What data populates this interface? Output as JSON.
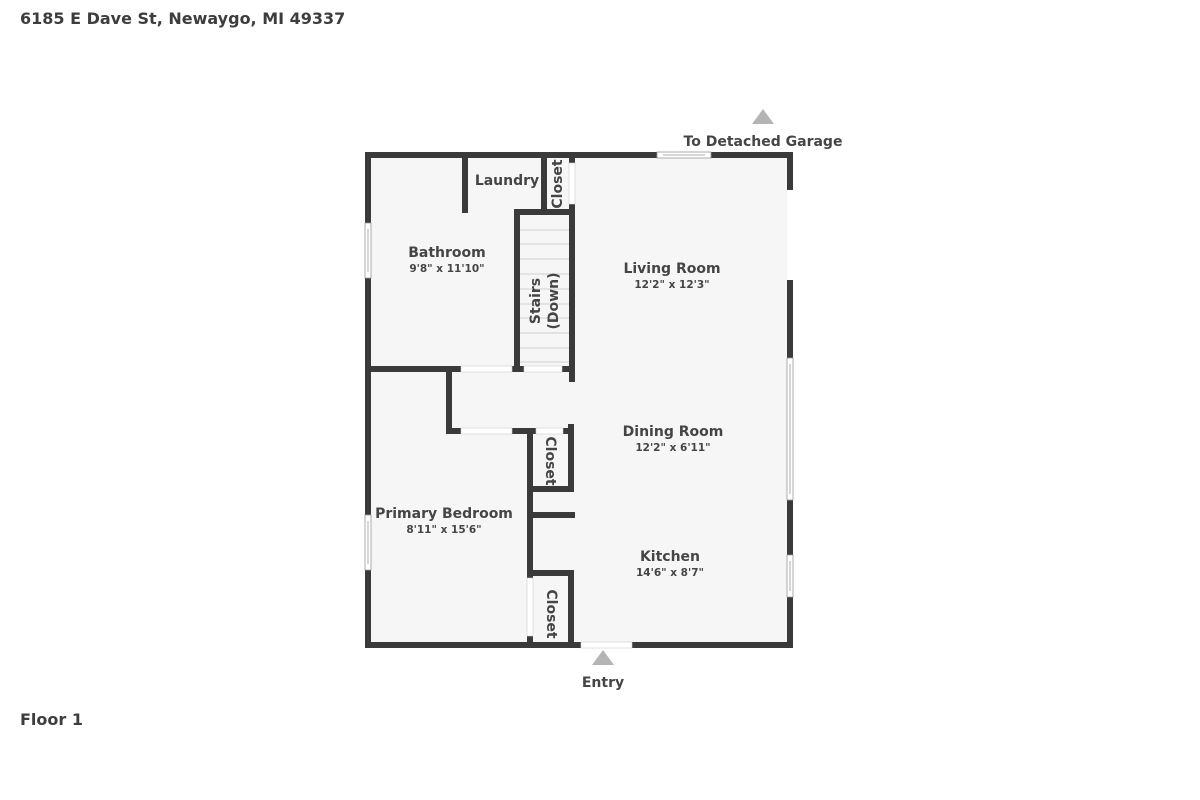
{
  "header": {
    "address": "6185 E Dave St, Newaygo, MI 49337"
  },
  "footer": {
    "floor_label": "Floor 1"
  },
  "colors": {
    "wall": "#3a3a3a",
    "floor_fill": "#f6f6f6",
    "marker": "#b4b4b4",
    "text": "#454545"
  },
  "markers": {
    "garage": {
      "label": "To Detached Garage",
      "icon": "triangle-up-icon"
    },
    "entry": {
      "label": "Entry",
      "icon": "triangle-up-icon"
    }
  },
  "rooms": {
    "laundry": {
      "name": "Laundry"
    },
    "closet_top": {
      "name": "Closet"
    },
    "bathroom": {
      "name": "Bathroom",
      "dims": "9'8\" x 11'10\""
    },
    "stairs": {
      "line1": "Stairs",
      "line2": "(Down)"
    },
    "living_room": {
      "name": "Living Room",
      "dims": "12'2\" x 12'3\""
    },
    "dining_room": {
      "name": "Dining Room",
      "dims": "12'2\" x 6'11\""
    },
    "closet_mid": {
      "name": "Closet"
    },
    "primary_bedroom": {
      "name": "Primary Bedroom",
      "dims": "8'11\" x 15'6\""
    },
    "kitchen": {
      "name": "Kitchen",
      "dims": "14'6\" x 8'7\""
    },
    "closet_bottom": {
      "name": "Closet"
    }
  }
}
